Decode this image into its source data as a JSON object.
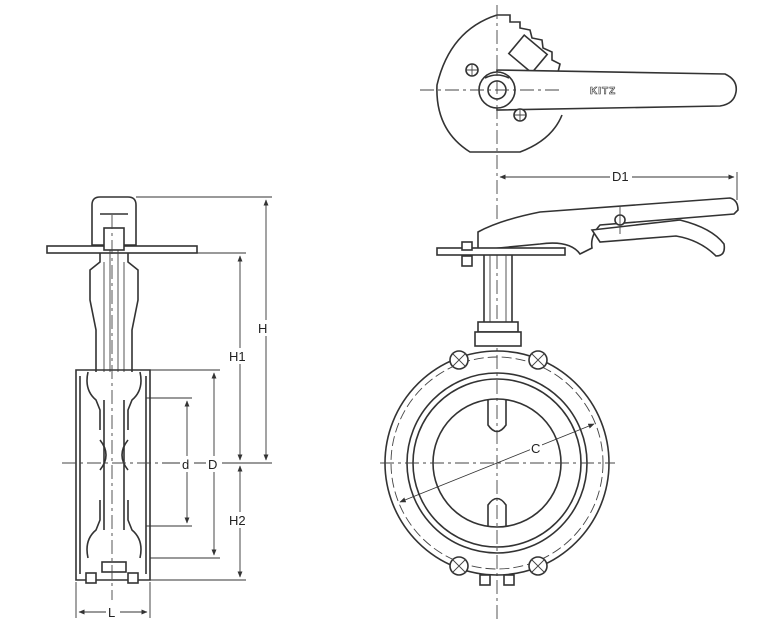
{
  "diagram": {
    "brand": "KITZ",
    "dimension_labels": {
      "H": "H",
      "H1": "H1",
      "H2": "H2",
      "D": "D",
      "d": "d",
      "L": "L",
      "D1": "D1",
      "C": "C"
    }
  }
}
